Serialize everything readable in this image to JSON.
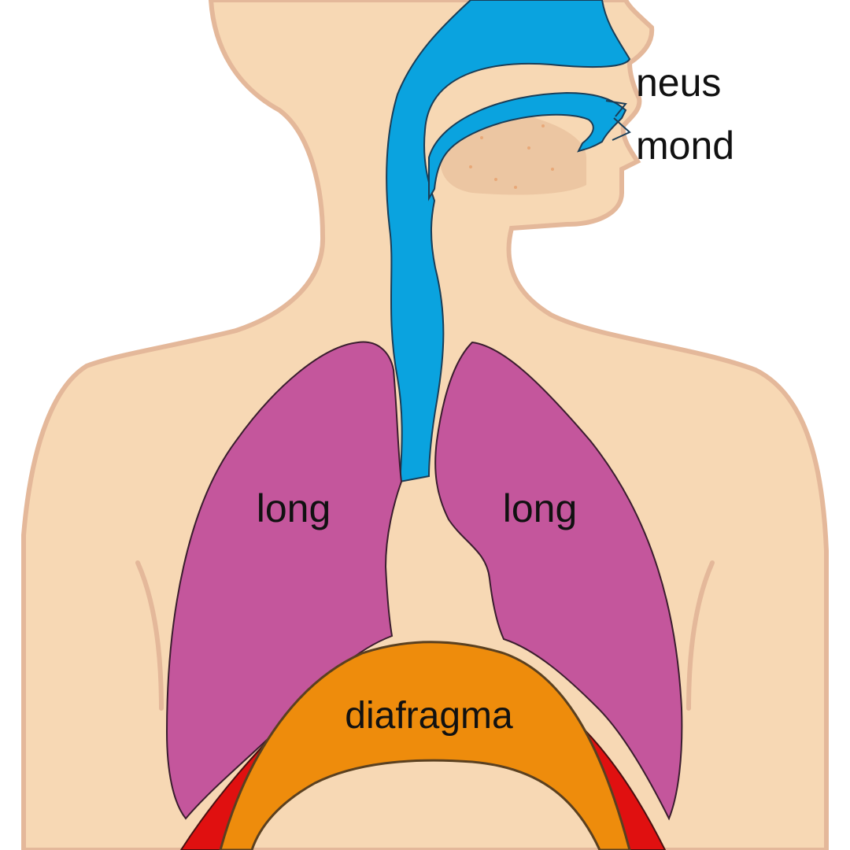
{
  "labels": {
    "nose": "neus",
    "mouth": "mond",
    "lung_left": "long",
    "lung_right": "long",
    "diaphragm": "diafragma"
  },
  "colors": {
    "skin": "#f7d8b4",
    "skin_outline": "#e4b89a",
    "airway": "#0aa3df",
    "lung": "#c4569c",
    "diaphragm": "#ee8c0c",
    "muscle": "#e01010",
    "mouth_area": "#ecc6a2"
  }
}
